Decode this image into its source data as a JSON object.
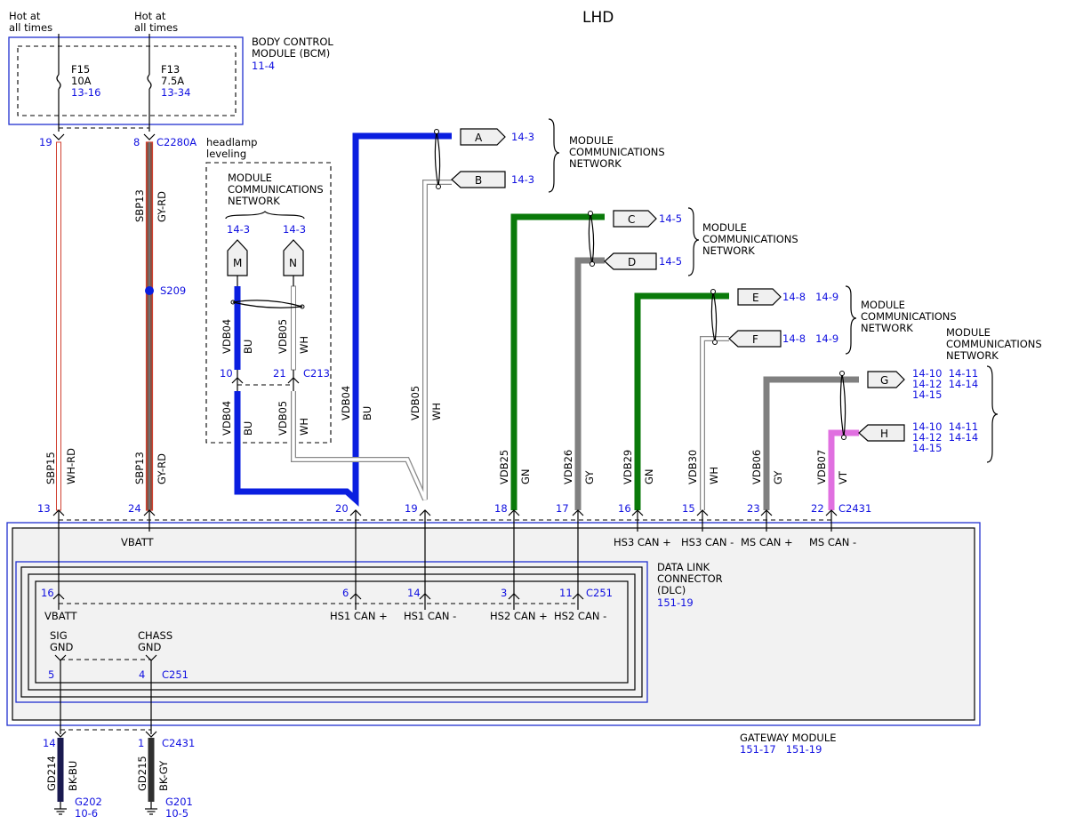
{
  "title": "LHD",
  "power": {
    "hot1": [
      "Hot at",
      "all times"
    ],
    "hot2": [
      "Hot at",
      "all times"
    ],
    "bcm": [
      "BODY CONTROL",
      "MODULE (BCM)"
    ],
    "bcm_ref": "11-4",
    "f15": [
      "F15",
      "10A"
    ],
    "f15_ref": "13-16",
    "f13": [
      "F13",
      "7.5A"
    ],
    "f13_ref": "13-34",
    "pin19": "19",
    "pin8": "8",
    "c2280a": "C2280A",
    "sbp13_top": "SBP13",
    "gyrd_top": "GY-RD",
    "s209": "S209",
    "sbp15": "SBP15",
    "whrd": "WH-RD",
    "sbp13_bot": "SBP13",
    "gyrd_bot": "GY-RD"
  },
  "headlamp": {
    "title": [
      "headlamp",
      "leveling"
    ],
    "mcn": [
      "MODULE",
      "COMMUNICATIONS",
      "NETWORK"
    ],
    "ref_m": "14-3",
    "ref_n": "14-3",
    "m": "M",
    "n": "N",
    "vdb04a": "VDB04",
    "bu_a": "BU",
    "vdb05a": "VDB05",
    "wh_a": "WH",
    "pin10": "10",
    "pin21": "21",
    "c213": "C213",
    "vdb04b": "VDB04",
    "bu_b": "BU",
    "vdb05b": "VDB05",
    "wh_b": "WH"
  },
  "network": {
    "connectors": [
      {
        "id": "A",
        "refs": "14-3"
      },
      {
        "id": "B",
        "refs": "14-3"
      },
      {
        "id": "C",
        "refs": "14-5"
      },
      {
        "id": "D",
        "refs": "14-5"
      },
      {
        "id": "E",
        "refs": "14-8   14-9"
      },
      {
        "id": "F",
        "refs": "14-8   14-9"
      },
      {
        "id": "G",
        "refs": [
          "14-10  14-11",
          "14-12  14-14",
          "14-15"
        ]
      },
      {
        "id": "H",
        "refs": [
          "14-10  14-11",
          "14-12  14-14",
          "14-15"
        ]
      }
    ],
    "mcn_ab": [
      "MODULE",
      "COMMUNICATIONS",
      "NETWORK"
    ],
    "mcn_cd": [
      "MODULE",
      "COMMUNICATIONS",
      "NETWORK"
    ],
    "mcn_ef": [
      "MODULE",
      "COMMUNICATIONS",
      "NETWORK"
    ],
    "mcn_gh": [
      "MODULE",
      "COMMUNICATIONS",
      "NETWORK"
    ],
    "wires": [
      {
        "circuit": "VDB04",
        "color": "BU"
      },
      {
        "circuit": "VDB05",
        "color": "WH"
      },
      {
        "circuit": "VDB25",
        "color": "GN"
      },
      {
        "circuit": "VDB26",
        "color": "GY"
      },
      {
        "circuit": "VDB29",
        "color": "GN"
      },
      {
        "circuit": "VDB30",
        "color": "WH"
      },
      {
        "circuit": "VDB06",
        "color": "GY"
      },
      {
        "circuit": "VDB07",
        "color": "VT"
      }
    ]
  },
  "gateway": {
    "pins": [
      "13",
      "24",
      "20",
      "19",
      "18",
      "17",
      "16",
      "15",
      "23",
      "22"
    ],
    "c2431_top": "C2431",
    "vbatt": "VBATT",
    "can_labels": [
      "HS3 CAN +",
      "HS3 CAN -",
      "MS CAN +",
      "MS CAN -"
    ],
    "dlc": [
      "DATA LINK",
      "CONNECTOR",
      "(DLC)"
    ],
    "dlc_ref": "151-19",
    "dlc_pins": [
      "16",
      "6",
      "14",
      "3",
      "11"
    ],
    "c251_a": "C251",
    "vbatt2": "VBATT",
    "hs_labels": [
      "HS1 CAN +",
      "HS1 CAN -",
      "HS2 CAN +",
      "HS2 CAN -"
    ],
    "sig_gnd": [
      "SIG",
      "GND"
    ],
    "chass_gnd": [
      "CHASS",
      "GND"
    ],
    "pin5": "5",
    "pin4": "4",
    "c251_b": "C251",
    "name": "GATEWAY MODULE",
    "refs": "151-17   151-19"
  },
  "ground": {
    "pin14": "14",
    "pin1": "1",
    "c2431": "C2431",
    "gd214": "GD214",
    "bkbu": "BK-BU",
    "gd215": "GD215",
    "bkgy": "BK-GY",
    "g202": "G202",
    "g202_ref": "10-6",
    "g201": "G201",
    "g201_ref": "10-5"
  },
  "colors": {
    "blue": "#0a1ee0",
    "green": "#0a7a0a",
    "gray": "#808080",
    "violet": "#e070e0",
    "red": "#d04030",
    "frame": "#2030d0"
  }
}
